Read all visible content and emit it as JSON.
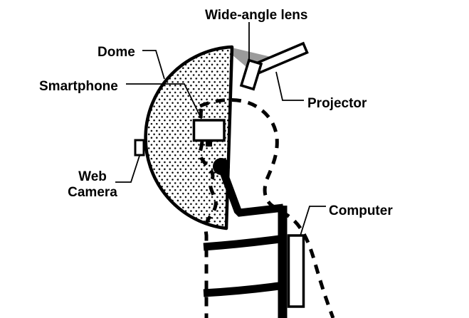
{
  "diagram": {
    "labels": {
      "wide_angle_lens": "Wide-angle lens",
      "dome": "Dome",
      "smartphone": "Smartphone",
      "web_camera_line1": "Web",
      "web_camera_line2": "Camera",
      "projector": "Projector",
      "computer": "Computer"
    },
    "colors": {
      "ink": "#000000",
      "background": "#ffffff",
      "light_cone_gray": "#9b9b9b"
    }
  }
}
